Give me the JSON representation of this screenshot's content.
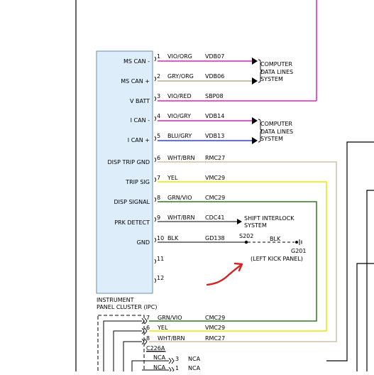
{
  "colors": {
    "background": "#ffffff",
    "ipc_fill": "#ddeefa",
    "ipc_stroke": "#6b8caa",
    "vio_org": "#e020c8",
    "gry_org": "#b7ad8c",
    "vio_red": "#e020c8",
    "vio_gry": "#e020c8",
    "blu_gry": "#2e3ff0",
    "wht_brn": "#cbc2a8",
    "yel": "#e8e800",
    "grn_vio": "#2f7a20",
    "blk": "#000000",
    "annotation_arrow": "#d42323"
  },
  "ipc": {
    "label_line1": "INSTRUMENT",
    "label_line2": "PANEL CLUSTER (IPC)"
  },
  "pins": [
    {
      "name": "MS CAN -",
      "pin": "1",
      "color": "VIO/ORG",
      "circuit": "VDB07"
    },
    {
      "name": "MS CAN +",
      "pin": "2",
      "color": "GRY/ORG",
      "circuit": "VDB06"
    },
    {
      "name": "V BATT",
      "pin": "3",
      "color": "VIO/RED",
      "circuit": "SBP08"
    },
    {
      "name": "I CAN -",
      "pin": "4",
      "color": "VIO/GRY",
      "circuit": "VDB14"
    },
    {
      "name": "I CAN +",
      "pin": "5",
      "color": "BLU/GRY",
      "circuit": "VDB13"
    },
    {
      "name": "DISP TRIP GND",
      "pin": "6",
      "color": "WHT/BRN",
      "circuit": "RMC27"
    },
    {
      "name": "TRIP SIG",
      "pin": "7",
      "color": "YEL",
      "circuit": "VMC29"
    },
    {
      "name": "DISP SIGNAL",
      "pin": "8",
      "color": "GRN/VIO",
      "circuit": "CMC29"
    },
    {
      "name": "PRK DETECT",
      "pin": "9",
      "color": "WHT/BRN",
      "circuit": "CDC41"
    },
    {
      "name": "GND",
      "pin": "10",
      "color": "BLK",
      "circuit": "GD138"
    },
    {
      "name": "",
      "pin": "11",
      "color": "",
      "circuit": ""
    },
    {
      "name": "",
      "pin": "12",
      "color": "",
      "circuit": ""
    }
  ],
  "destinations": {
    "computer_data_1": [
      "COMPUTER",
      "DATA LINES",
      "SYSTEM"
    ],
    "computer_data_2": [
      "COMPUTER",
      "DATA LINES",
      "SYSTEM"
    ],
    "shift_interlock": [
      "SHIFT INTERLOCK",
      "SYSTEM"
    ]
  },
  "ground": {
    "splice": "S202",
    "splice_wire": "BLK",
    "ground_point": "G201",
    "location": "(LEFT KICK PANEL)"
  },
  "lower_connector": {
    "rows": [
      {
        "pin": "7",
        "color": "GRN/VIO",
        "circuit": "CMC29"
      },
      {
        "pin": "6",
        "color": "YEL",
        "circuit": "VMC29"
      },
      {
        "pin": "8",
        "color": "WHT/BRN",
        "circuit": "RMC27"
      }
    ],
    "connector": "C226A",
    "nca_rows": [
      {
        "label": "NCA",
        "pin": "3",
        "circuit": "NCA"
      },
      {
        "label": "NCA",
        "pin": "1",
        "circuit": "NCA"
      }
    ]
  }
}
